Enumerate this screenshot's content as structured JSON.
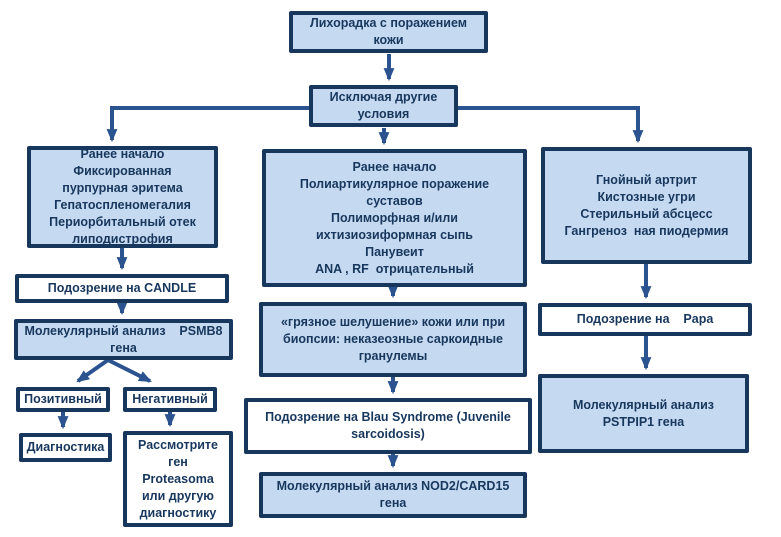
{
  "diagram": {
    "colors": {
      "node_fill": "#c5d9f1",
      "node_border": "#17375d",
      "text": "#17375d",
      "arrow": "#2a5390",
      "white_fill": "#ffffff"
    },
    "nodes": {
      "fever": {
        "text": "Лихорадка с поражением\nкожи"
      },
      "exclude": {
        "text": "Исключая другие\nусловия"
      },
      "candle_symptoms": {
        "text": "Ранее начало\nФиксированная\nпурпурная эритема\nГепатоспленомегалия\nПериорбитальный отек\nлиподистрофия"
      },
      "candle_suspicion": {
        "text": "Подозрение на CANDLE"
      },
      "psmb8_analysis": {
        "text": "Молекулярный анализ    PSMB8\nгена"
      },
      "positive": {
        "text": "Позитивный"
      },
      "negative": {
        "text": "Негативный"
      },
      "diagnostics": {
        "text": "Диагностика"
      },
      "consider_proteasoma": {
        "text": "Рассмотрите\nген  Proteasoma\nили другую\nдиагностику"
      },
      "blau_symptoms": {
        "text": "Ранее начало\nПолиартикулярное поражение\nсуставов\nПолиморфная и/или\nихтизиозиформная сыпь\nПанувеит\nANA , RF  отрицательный"
      },
      "dirty_peeling": {
        "text": "«грязное шелушение» кожи или при\nбиопсии: неказеозные саркоидные\nгранулемы"
      },
      "blau_suspicion": {
        "text": "Подозрение на Blau Syndrome (Juvenile\nsarcoidosis)"
      },
      "nod2_analysis": {
        "text": "Молекулярный анализ NOD2/CARD15\nгена"
      },
      "papa_symptoms": {
        "text": "Гнойный артрит\nКистозные угри\nСтерильный абсцесс\nГангреноз  ная пиодермия"
      },
      "papa_suspicion": {
        "text": "Подозрение на    Papa"
      },
      "pstpip1_analysis": {
        "text": "Молекулярный анализ\nPSTPIP1 гена"
      }
    }
  }
}
